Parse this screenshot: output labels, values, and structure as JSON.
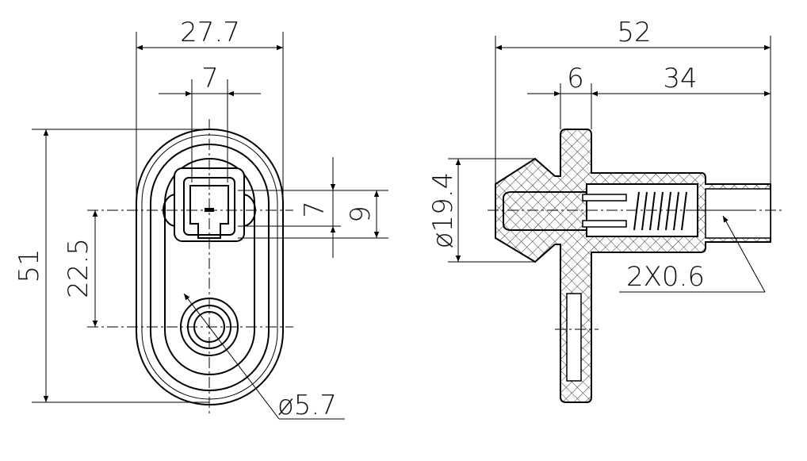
{
  "front_view": {
    "width_overall": "27.7",
    "connector_width": "7",
    "height_overall": "51",
    "hole_offset": "22.5",
    "connector_height": "7",
    "connector_body": "9",
    "hole_diameter": "ø5.7"
  },
  "side_view": {
    "length_overall": "52",
    "flange_thickness": "6",
    "body_length": "34",
    "head_diameter": "ø19.4",
    "pin_spec": "2X0.6"
  }
}
